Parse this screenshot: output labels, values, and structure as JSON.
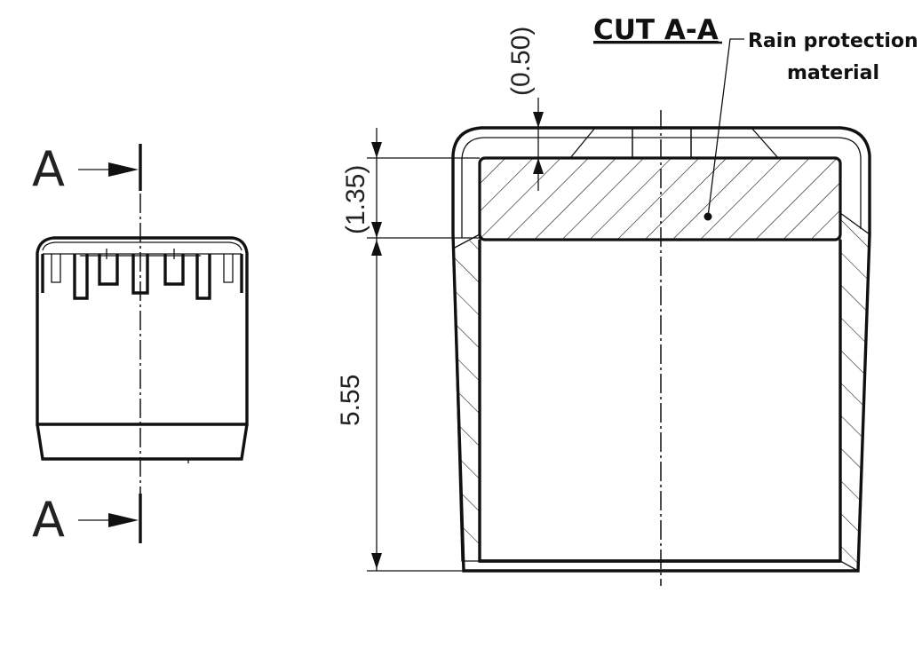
{
  "section": {
    "letter_top": "A",
    "letter_bottom": "A",
    "title": "CUT A-A"
  },
  "callout": {
    "line1": "Rain protection",
    "line2": "material"
  },
  "dimensions": {
    "top_gap": "(0.50)",
    "insert_thickness": "(1.35)",
    "body_height": "5.55"
  }
}
